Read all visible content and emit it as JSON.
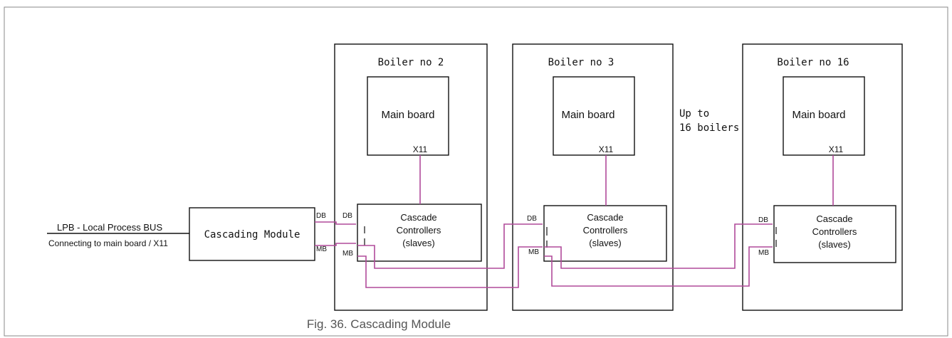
{
  "bus": {
    "title": "LPB - Local Process BUS",
    "subtitle": "Connecting to main board / X11"
  },
  "module": {
    "label": "Cascading Module",
    "port_db": "DB",
    "port_mb": "MB"
  },
  "boilers": [
    {
      "title": "Boiler no 2",
      "main_board": "Main board",
      "connector": "X11",
      "controller_lines": [
        "Cascade",
        "Controllers",
        "(slaves)"
      ],
      "port_db": "DB",
      "port_mb": "MB"
    },
    {
      "title": "Boiler no 3",
      "main_board": "Main board",
      "connector": "X11",
      "controller_lines": [
        "Cascade",
        "Controllers",
        "(slaves)"
      ],
      "port_db": "DB",
      "port_mb": "MB"
    },
    {
      "title": "Boiler no 16",
      "main_board": "Main board",
      "connector": "X11",
      "controller_lines": [
        "Cascade",
        "Controllers",
        "(slaves)"
      ],
      "port_db": "DB",
      "port_mb": "MB"
    }
  ],
  "note": {
    "lines": [
      "Up to",
      "16 boilers"
    ]
  },
  "caption": "Fig. 36. Cascading Module",
  "colors": {
    "wire": "#b04a9a",
    "outline": "#111111",
    "frame": "#8a8a8a"
  }
}
